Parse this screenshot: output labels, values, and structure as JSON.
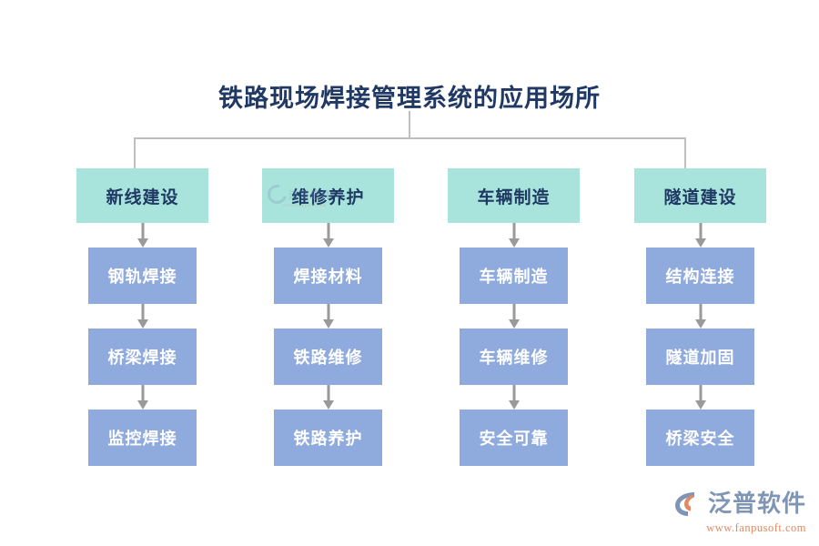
{
  "title": "铁路现场焊接管理系统的应用场所",
  "colors": {
    "title_text": "#1F3864",
    "header_box_fill": "#A8E4DC",
    "header_box_text": "#1F3864",
    "node_box_fill": "#8FAADC",
    "node_box_text": "#FFFFFF",
    "connector": "#BFBFBF",
    "arrow": "#9A9A9A",
    "brand_name": "#7F95B5",
    "brand_url": "#E08A63",
    "background": "#FFFFFF"
  },
  "columns": [
    {
      "header": "新线建设",
      "nodes": [
        "钢轨焊接",
        "桥梁焊接",
        "监控焊接"
      ]
    },
    {
      "header": "维修养护",
      "nodes": [
        "焊接材料",
        "铁路维修",
        "铁路养护"
      ]
    },
    {
      "header": "车辆制造",
      "nodes": [
        "车辆制造",
        "车辆维修",
        "安全可靠"
      ]
    },
    {
      "header": "隧道建设",
      "nodes": [
        "结构连接",
        "隧道加固",
        "桥梁安全"
      ]
    }
  ],
  "watermark": {
    "name": "泛普软件",
    "url": "www.fanpusoft.com"
  },
  "brand": {
    "name": "泛普软件",
    "url": "www.fanpusoft.com"
  }
}
